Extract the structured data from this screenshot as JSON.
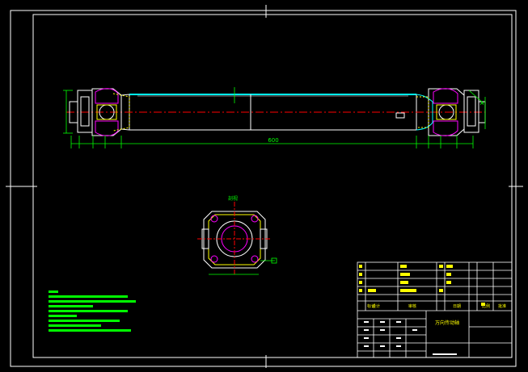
{
  "drawing": {
    "dimension_length": "600",
    "section_label": "剖视",
    "side_marker": "A",
    "title_block": {
      "row_marks": [
        "标记",
        "处数",
        "分区"
      ],
      "signature_row": [
        "设计",
        "审核",
        "日期",
        "批准"
      ],
      "drawing_name": "万向传动轴",
      "scale_label": "比例",
      "weight_label": "重量",
      "mass_label": "质量"
    }
  },
  "colors": {
    "background": "#000000",
    "frame": "#ffffff",
    "dimension": "#00ff00",
    "centerline": "#ff0000",
    "shaft_top": "#00ffff",
    "hatch": "#ffff00",
    "notes": "#00ff00",
    "flange": "#ff00ff"
  }
}
